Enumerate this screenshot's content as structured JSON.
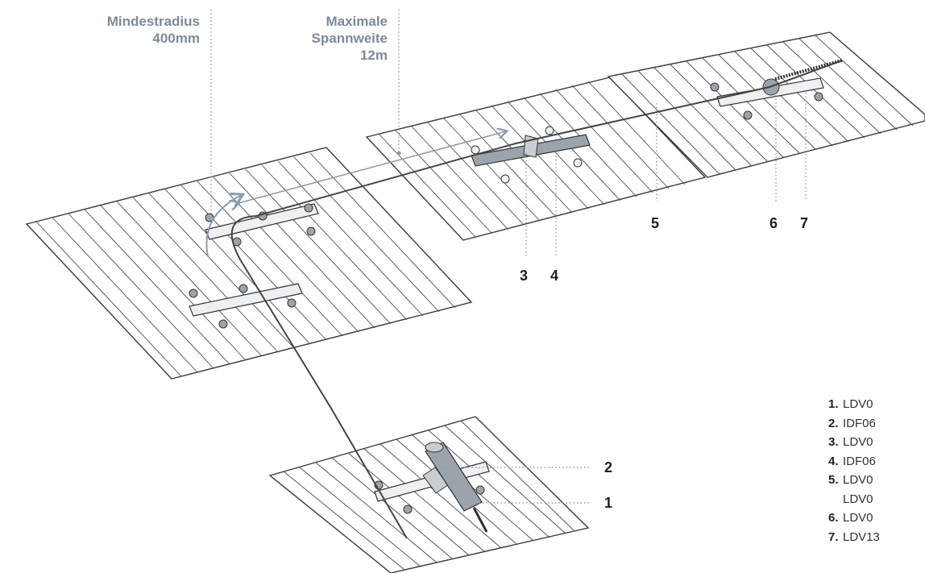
{
  "callouts": {
    "radius": {
      "line1": "Mindestradius",
      "line2": "400mm"
    },
    "span": {
      "line1": "Maximale",
      "line2": "Spannweite",
      "line3": "12m"
    }
  },
  "part_labels": [
    "1",
    "2",
    "3",
    "4",
    "5",
    "6",
    "7"
  ],
  "legend": {
    "items": [
      {
        "num": "1.",
        "code": "LDV0"
      },
      {
        "num": "2.",
        "code": "IDF06"
      },
      {
        "num": "3.",
        "code": "LDV0"
      },
      {
        "num": "4.",
        "code": "IDF06"
      },
      {
        "num": "5.",
        "code": "LDV0"
      },
      {
        "num": "",
        "code": "LDV0"
      },
      {
        "num": "6.",
        "code": "LDV0"
      },
      {
        "num": "7.",
        "code": "LDV13"
      }
    ]
  },
  "colors": {
    "callout_text": "#7d8a99",
    "leader": "#8b9bb0",
    "panel_stroke": "#3a3a3a",
    "bracket_fill": "#9ba4ad"
  }
}
